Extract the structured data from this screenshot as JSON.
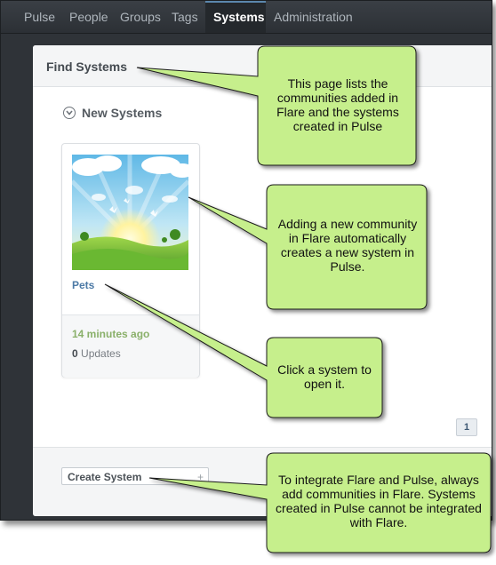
{
  "nav": {
    "items": [
      {
        "label": "Pulse",
        "active": false
      },
      {
        "label": "People",
        "active": false
      },
      {
        "label": "Groups",
        "active": false
      },
      {
        "label": "Tags",
        "active": false
      },
      {
        "label": "Systems",
        "active": true
      },
      {
        "label": "Administration",
        "active": false
      }
    ]
  },
  "panel": {
    "title": "Find Systems",
    "section_label": "New Systems",
    "card": {
      "image_icon": "landscape-image",
      "name": "Pets",
      "time": "14 minutes ago",
      "update_count": "0",
      "update_label": "Updates"
    },
    "pager_page": "1",
    "create_button_label": "Create System",
    "create_button_plus": "+"
  },
  "callouts": [
    "This page lists the communities added in Flare and the systems created in Pulse",
    "Adding a new community in Flare automatically creates a new system in Pulse.",
    "Click a system to open it.",
    "To integrate Flare and Pulse, always add communities in Flare. Systems created in Pulse cannot be integrated with Flare."
  ],
  "colors": {
    "callout_fill": "#c6ef8c",
    "nav_bg": "#2f3338",
    "link_blue": "#4c7aa6",
    "time_green": "#8ab06a"
  }
}
